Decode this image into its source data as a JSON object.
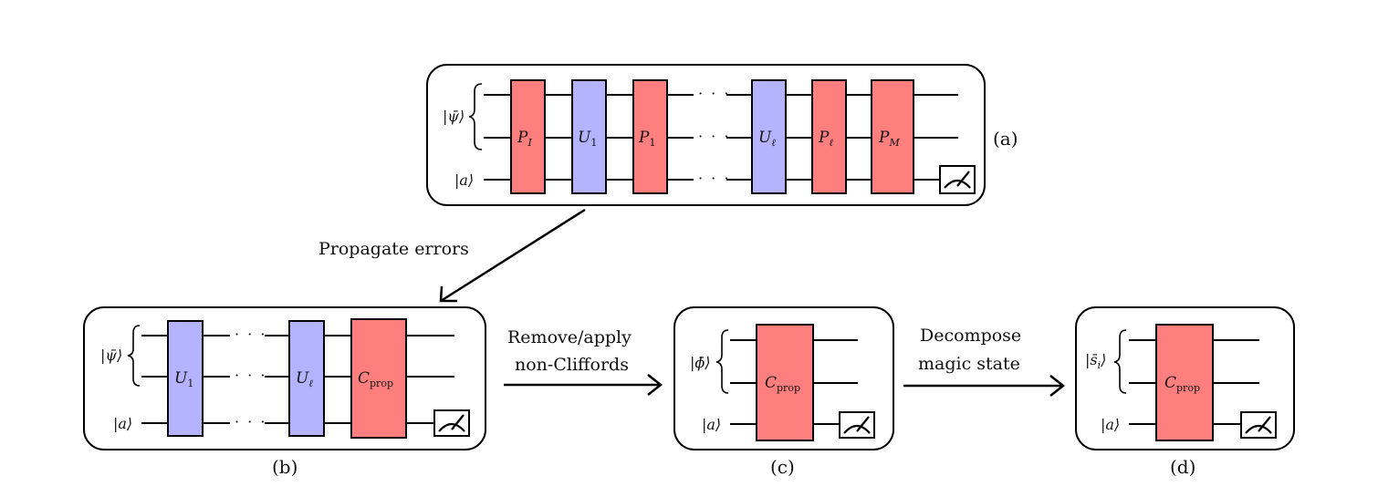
{
  "panels": {
    "a": {
      "label": "(a)",
      "ket_psi": "|ψ̄⟩",
      "ket_a": "|a⟩",
      "gates": [
        "P",
        "U",
        "P",
        "U",
        "P",
        "P"
      ],
      "gate_subs": [
        "I",
        "1",
        "1",
        "ℓ",
        "ℓ",
        "M"
      ]
    },
    "b": {
      "label": "(b)",
      "ket_psi": "|ψ̄⟩",
      "ket_a": "|a⟩",
      "gates": [
        "U",
        "U",
        "C"
      ],
      "gate_subs": [
        "1",
        "ℓ",
        "prop"
      ]
    },
    "c": {
      "label": "(c)",
      "ket_phi": "|ϕ̄⟩",
      "ket_a": "|a⟩",
      "gate": "C",
      "gate_sub": "prop"
    },
    "d": {
      "label": "(d)",
      "ket_s": "|s̄",
      "ket_s_sub": "i",
      "ket_s_end": "⟩",
      "ket_a": "|a⟩",
      "gate": "C",
      "gate_sub": "prop"
    }
  },
  "arrows": {
    "propagate": "Propagate errors",
    "remove_line1": "Remove/apply",
    "remove_line2": "non-Cliffords",
    "decompose_line1": "Decompose",
    "decompose_line2": "magic state"
  },
  "dots": "· · ·",
  "colors": {
    "pauli": "#ff7f7f",
    "unitary": "#b3b3ff"
  }
}
